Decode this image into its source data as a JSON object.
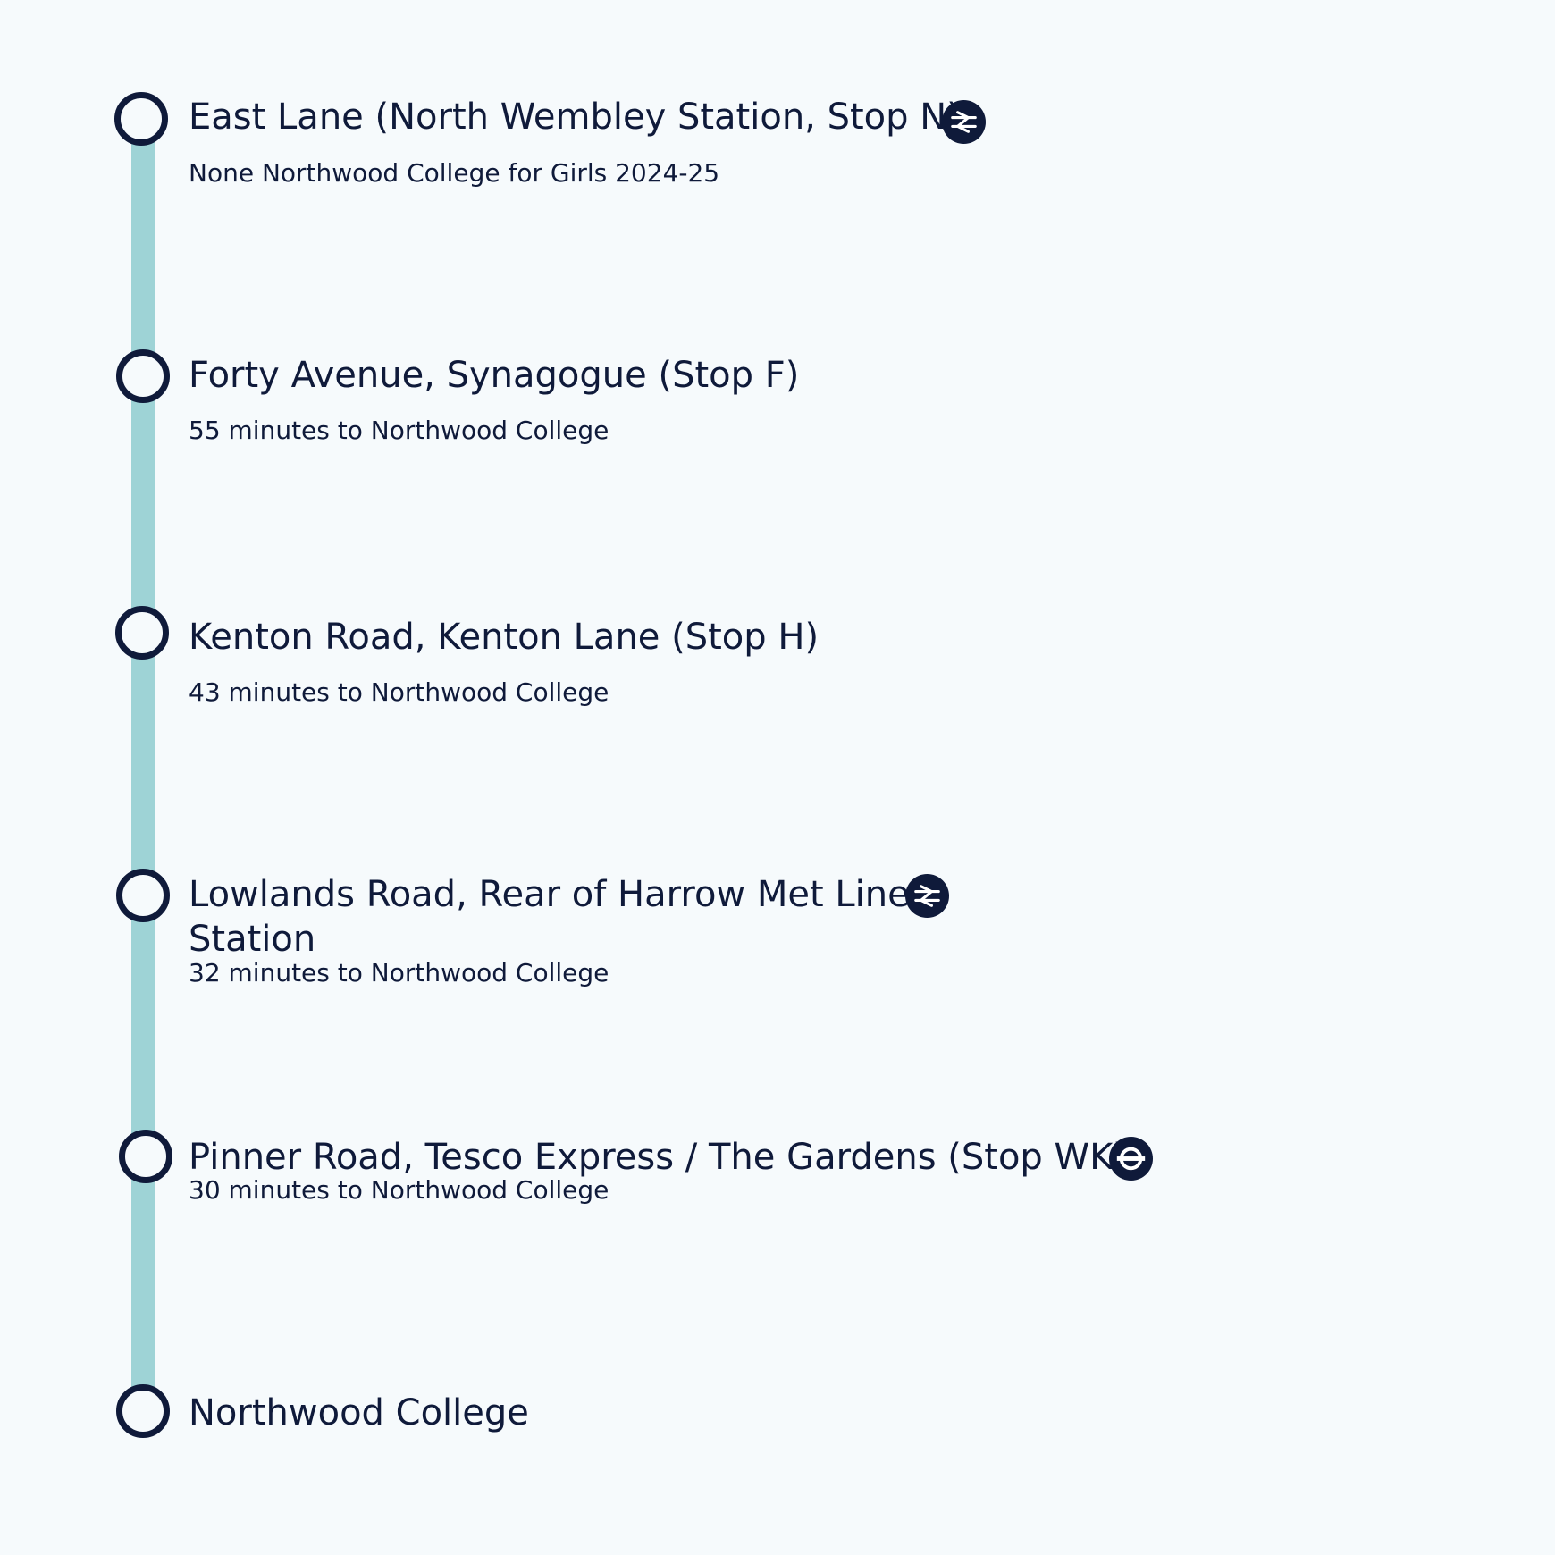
{
  "stops": [
    {
      "name": "East Lane (North Wembley Station, Stop N)",
      "subtitle": "None Northwood College for Girls 2024-25",
      "icon": "national-rail-icon"
    },
    {
      "name": "Forty Avenue, Synagogue (Stop F)",
      "subtitle": "55 minutes to Northwood College",
      "icon": ""
    },
    {
      "name": "Kenton Road, Kenton Lane (Stop H)",
      "subtitle": "43 minutes to Northwood College",
      "icon": ""
    },
    {
      "name": "Lowlands Road, Rear of Harrow Met Line Station",
      "subtitle": "32 minutes to Northwood College",
      "icon": "national-rail-icon"
    },
    {
      "name": "Pinner Road, Tesco Express / The Gardens (Stop WK)",
      "subtitle": "30 minutes to Northwood College",
      "icon": "underground-roundel-icon"
    },
    {
      "name": "Northwood College",
      "subtitle": "",
      "icon": ""
    }
  ],
  "colors": {
    "background": "#f6fafc",
    "route_line": "#9ed3d6",
    "text": "#0f1a3a",
    "marker_border": "#0f1a3a"
  }
}
